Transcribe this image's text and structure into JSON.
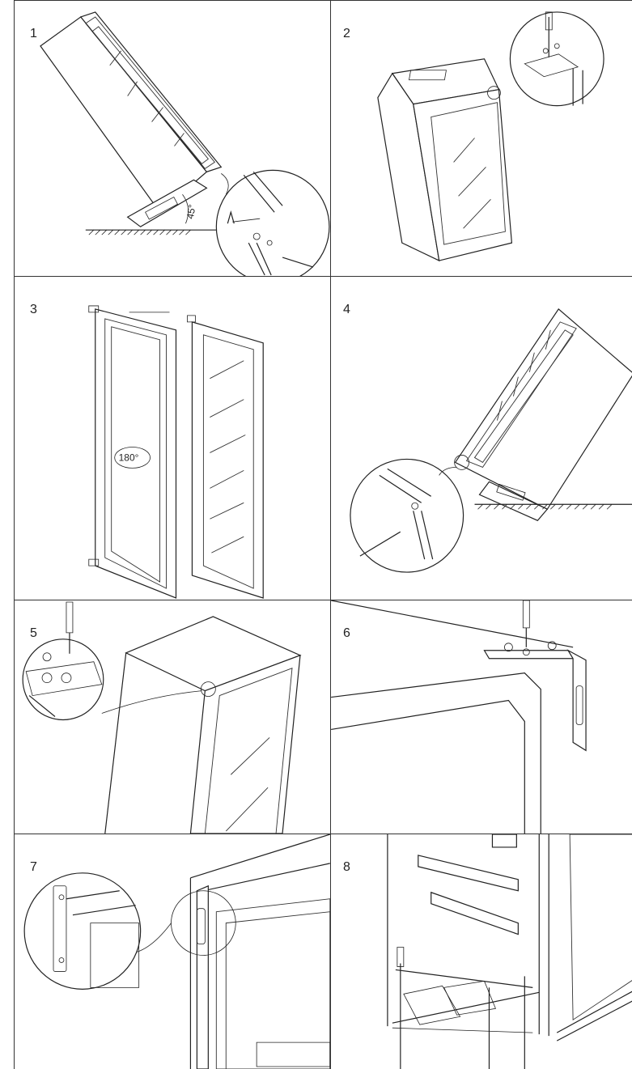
{
  "steps": [
    {
      "number": "1",
      "angle_label": "45°"
    },
    {
      "number": "2"
    },
    {
      "number": "3",
      "rotate_label": "180°"
    },
    {
      "number": "4"
    },
    {
      "number": "5"
    },
    {
      "number": "6"
    },
    {
      "number": "7"
    },
    {
      "number": "8"
    }
  ]
}
